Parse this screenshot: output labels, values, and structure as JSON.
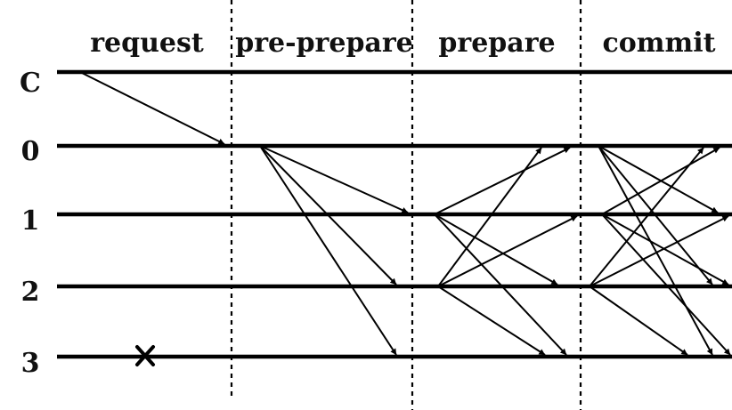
{
  "phases": {
    "request": "request",
    "pre_prepare": "pre-prepare",
    "prepare": "prepare",
    "commit": "commit"
  },
  "nodes": [
    "C",
    "0",
    "1",
    "2",
    "3"
  ],
  "faulty_node": "3",
  "fault_marker": "x-mark-icon",
  "messages": {
    "request": [
      [
        "C",
        "0"
      ]
    ],
    "pre_prepare": [
      [
        "0",
        "1"
      ],
      [
        "0",
        "2"
      ],
      [
        "0",
        "3"
      ]
    ],
    "prepare": [
      [
        "1",
        "0"
      ],
      [
        "1",
        "2"
      ],
      [
        "1",
        "3"
      ],
      [
        "2",
        "0"
      ],
      [
        "2",
        "1"
      ],
      [
        "2",
        "3"
      ]
    ],
    "commit": [
      [
        "0",
        "1"
      ],
      [
        "0",
        "2"
      ],
      [
        "0",
        "3"
      ],
      [
        "1",
        "0"
      ],
      [
        "1",
        "2"
      ],
      [
        "1",
        "3"
      ],
      [
        "2",
        "0"
      ],
      [
        "2",
        "1"
      ],
      [
        "2",
        "3"
      ]
    ]
  }
}
